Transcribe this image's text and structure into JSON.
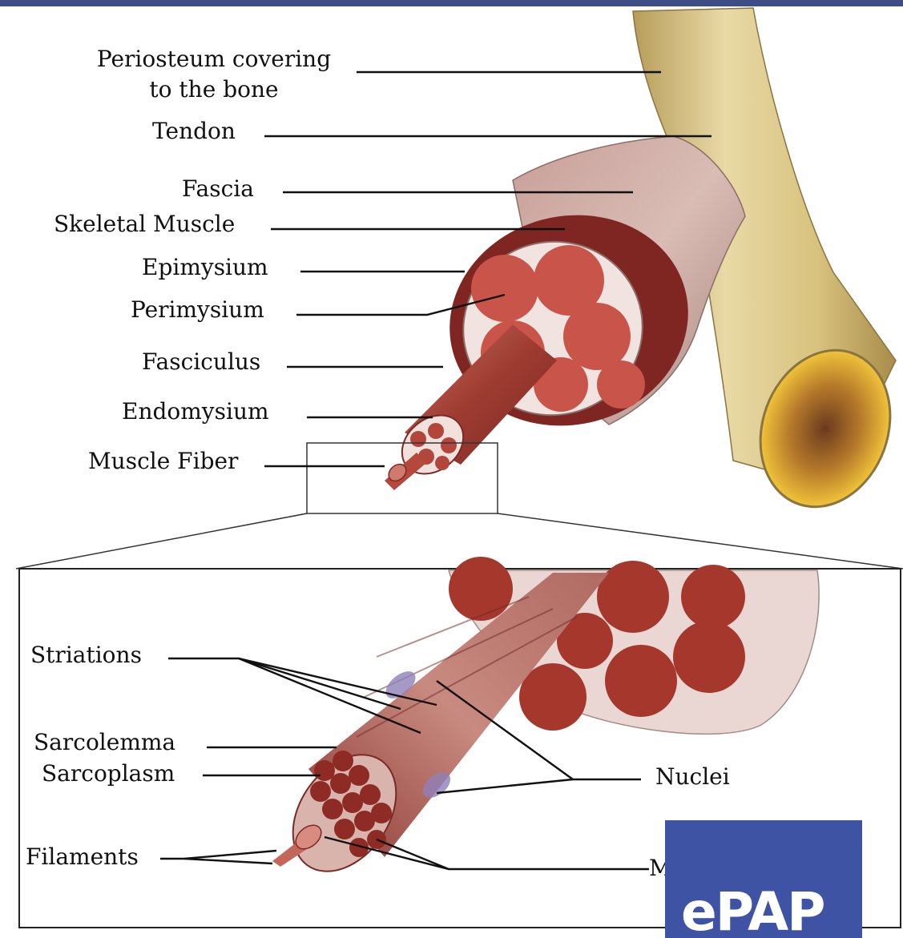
{
  "labels_upper": {
    "periosteum_line1": "Periosteum covering",
    "periosteum_line2": "to the bone",
    "tendon": "Tendon",
    "fascia": "Fascia",
    "skeletal_muscle": "Skeletal Muscle",
    "epimysium": "Epimysium",
    "perimysium": "Perimysium",
    "fasciculus": "Fasciculus",
    "endomysium": "Endomysium",
    "muscle_fiber": "Muscle Fiber"
  },
  "labels_lower": {
    "striations": "Striations",
    "sarcolemma": "Sarcolemma",
    "sarcoplasm": "Sarcoplasm",
    "filaments": "Filaments",
    "nuclei": "Nuclei",
    "partial_label": "M"
  },
  "logo": {
    "text": "ePAP"
  },
  "colors": {
    "top_bar": "#3d4e86",
    "logo_bg": "#3f53a4",
    "bone": "#d9c788",
    "marrow": "#e8b530",
    "muscle_dark": "#8c2a26",
    "muscle": "#b5473c",
    "fascia": "#c9a9a5"
  }
}
